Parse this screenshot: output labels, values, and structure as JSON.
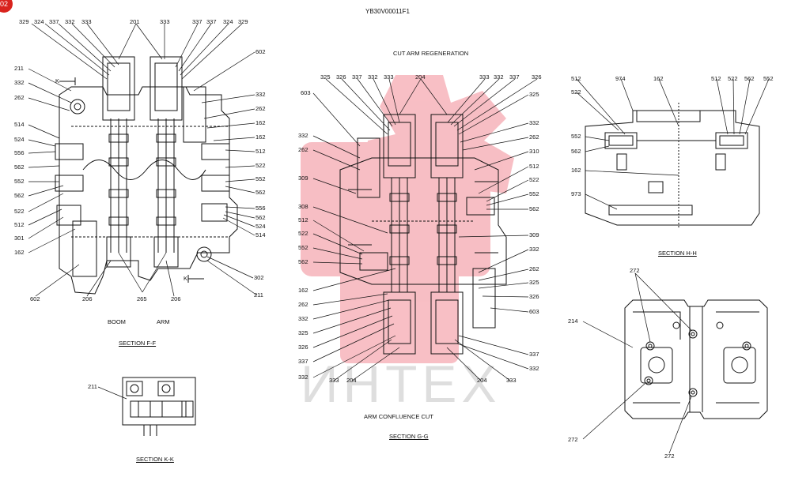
{
  "page_number": "02",
  "doc_code": "YB30V00011F1",
  "watermark": "ИНТЕХ",
  "colors": {
    "ink": "#111111",
    "watermark_red": "#e8394a",
    "watermark_gray": "#a0a0a0",
    "badge": "#d9231d"
  },
  "section_ff": {
    "caption": "SECTION  F-F",
    "boom": "BOOM",
    "arm": "ARM",
    "top_labels": [
      "329",
      "324",
      "337",
      "332",
      "333",
      "201",
      "333",
      "337",
      "337",
      "324",
      "329"
    ],
    "left_labels": [
      "211",
      "332",
      "262",
      "514",
      "524",
      "556",
      "562",
      "552",
      "562",
      "522",
      "512",
      "301",
      "162"
    ],
    "right_labels": [
      "602",
      "332",
      "262",
      "162",
      "162",
      "512",
      "522",
      "552",
      "562",
      "556",
      "562",
      "524",
      "514"
    ],
    "bottom_labels": [
      "602",
      "206",
      "265",
      "206",
      "302",
      "211"
    ],
    "k_marks": [
      "K",
      "K"
    ]
  },
  "section_gg": {
    "header": "CUT     ARM REGENERATION",
    "footer": "ARM CONFLUENCE          CUT",
    "caption": "SECTION  G-G",
    "top_labels": [
      "325",
      "326",
      "337",
      "332",
      "333",
      "204",
      "333",
      "332",
      "337",
      "326"
    ],
    "left_labels": [
      "603",
      "332",
      "262",
      "309",
      "308",
      "512",
      "522",
      "552",
      "562",
      "162",
      "262",
      "332",
      "325",
      "326",
      "337",
      "332"
    ],
    "right_labels": [
      "325",
      "332",
      "262",
      "310",
      "512",
      "522",
      "552",
      "562",
      "309",
      "332",
      "262",
      "325",
      "326",
      "603",
      "337",
      "332"
    ],
    "bottom_labels": [
      "333",
      "204",
      "204",
      "333"
    ]
  },
  "section_hh": {
    "caption": "SECTION  H-H",
    "labels": [
      "512",
      "974",
      "162",
      "512",
      "522",
      "562",
      "552",
      "522",
      "552",
      "562",
      "162",
      "973"
    ]
  },
  "section_kk": {
    "caption": "SECTION  K-K",
    "labels": [
      "211"
    ]
  },
  "bottom_right_view": {
    "labels": [
      "272",
      "214",
      "272",
      "272"
    ]
  }
}
